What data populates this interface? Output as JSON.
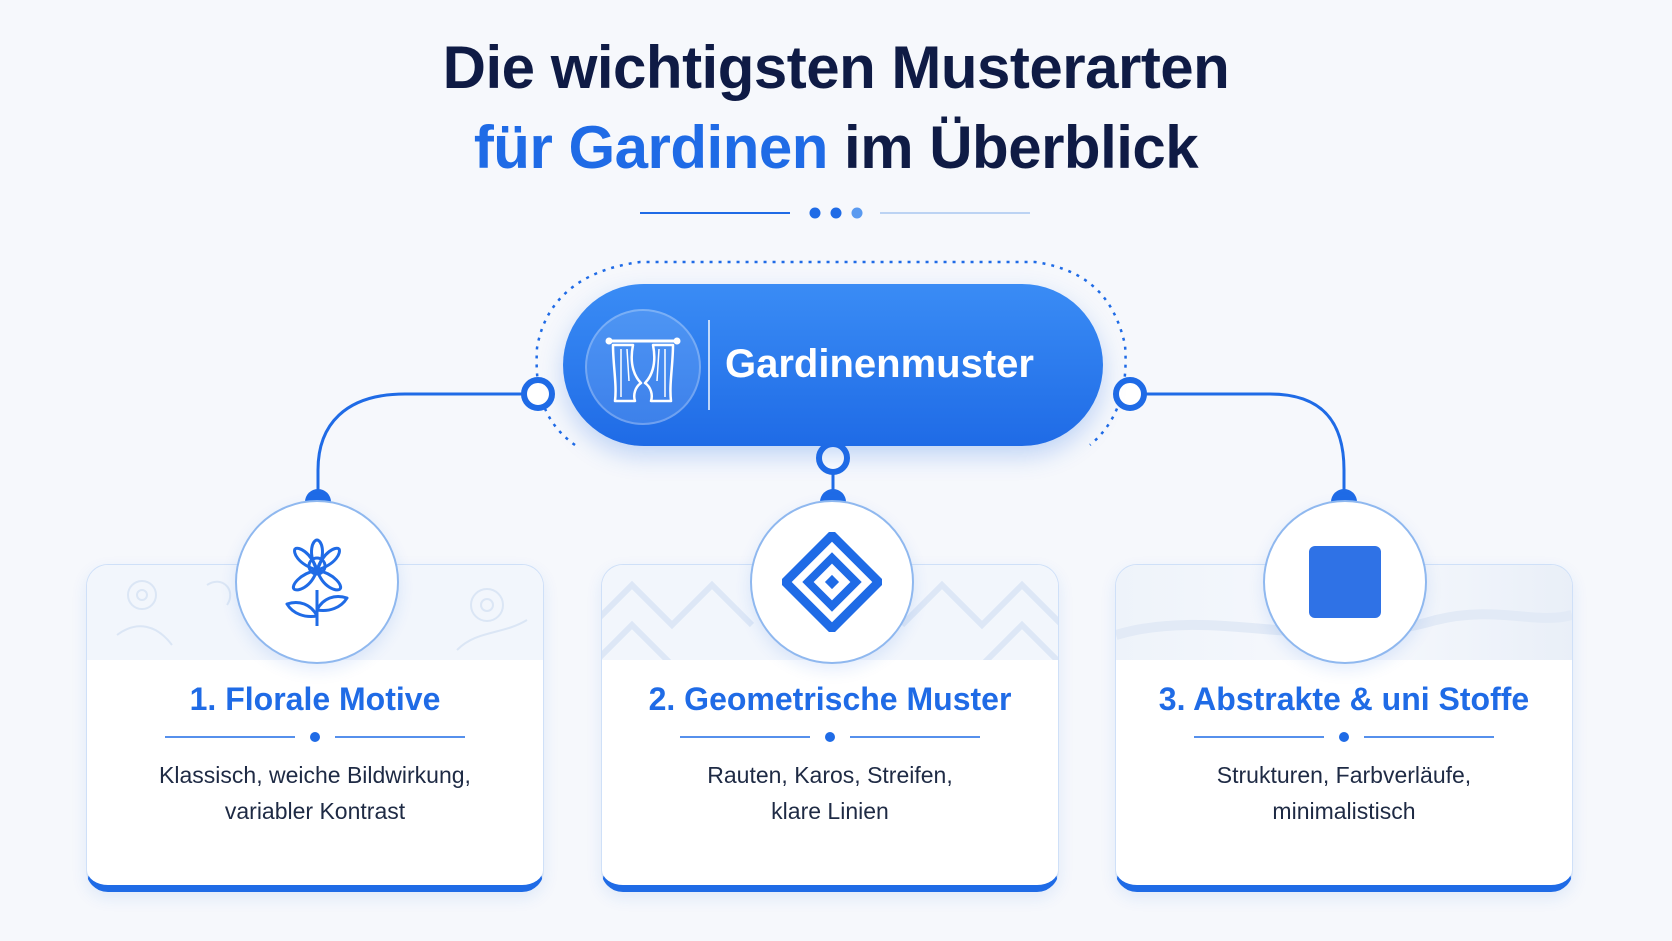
{
  "title": {
    "line1": "Die wichtigsten Musterarten",
    "line2_highlight": "für Gardinen",
    "line2_rest": " im Überblick"
  },
  "center": {
    "label": "Gardinenmuster",
    "icon": "curtain-icon"
  },
  "cards": [
    {
      "title": "1. Florale Motive",
      "desc_line1": "Klassisch, weiche Bildwirkung,",
      "desc_line2": "variabler Kontrast",
      "icon": "flower-icon"
    },
    {
      "title": "2. Geometrische Muster",
      "desc_line1": "Rauten, Karos, Streifen,",
      "desc_line2": "klare Linien",
      "icon": "diamond-pattern-icon"
    },
    {
      "title": "3. Abstrakte & uni Stoffe",
      "desc_line1": "Strukturen, Farbverläufe,",
      "desc_line2": "minimalistisch",
      "icon": "square-icon"
    }
  ],
  "colors": {
    "accent": "#1f6be6",
    "accent_light": "#3a8cf5",
    "title_dark": "#0f1b45",
    "text": "#1e2a44",
    "background": "#f6f8fc"
  }
}
